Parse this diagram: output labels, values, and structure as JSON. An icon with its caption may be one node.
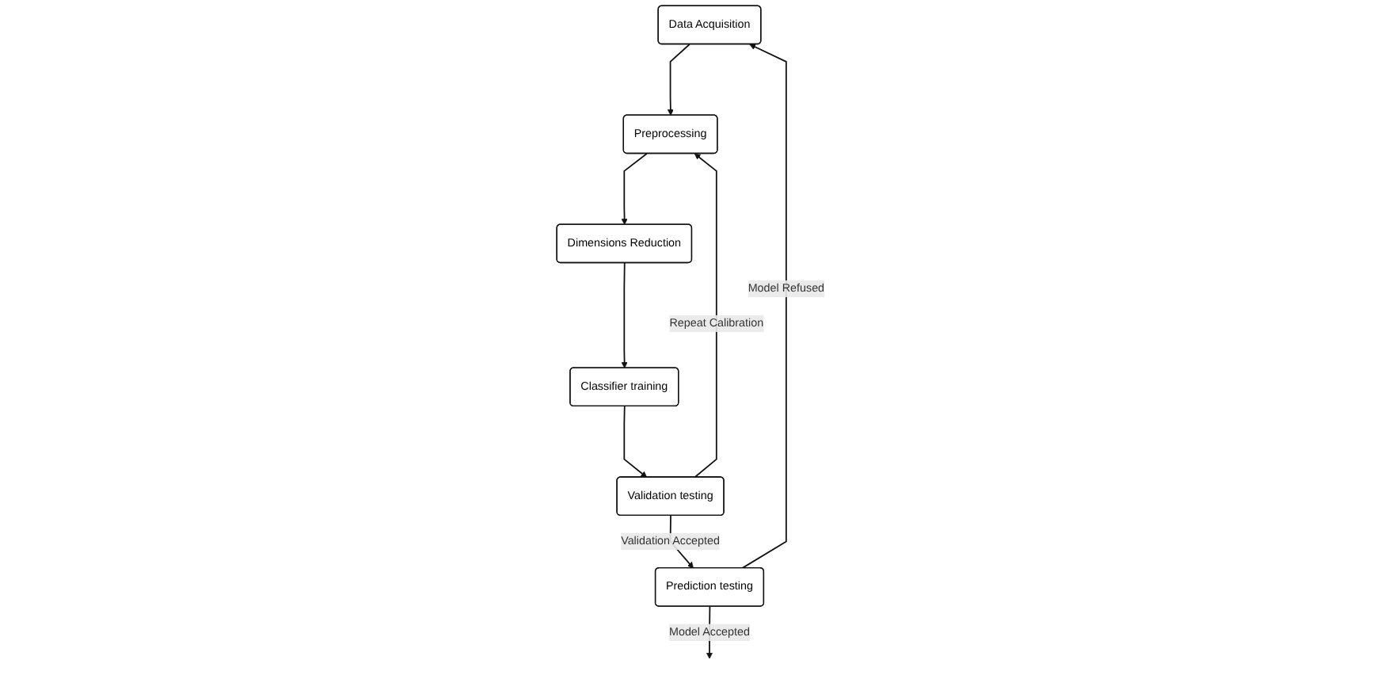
{
  "diagram": {
    "nodes": [
      {
        "text": [
          "Data Acquisition"
        ]
      },
      {
        "text": [
          "Preprocessing"
        ]
      },
      {
        "text": [
          "Dimensions Reduction"
        ]
      },
      {
        "text": [
          "Classifier training"
        ]
      },
      {
        "text": [
          "Validation testing"
        ]
      },
      {
        "text": [
          "Prediction testing"
        ]
      }
    ],
    "edges": [
      {
        "from": 0,
        "to": 1,
        "arrow": "to"
      },
      {
        "from": 1,
        "to": 2,
        "arrow": "to"
      },
      {
        "from": 2,
        "to": 3,
        "arrow": "to"
      },
      {
        "from": 3,
        "to": 4,
        "arrow": "to"
      },
      {
        "from": 4,
        "to": 1,
        "arrow": "to",
        "label": "Repeat Calibration"
      },
      {
        "from": 4,
        "to": 5,
        "arrow": "to",
        "label": "Validation Accepted"
      },
      {
        "from": 5,
        "to": 0,
        "arrow": "to",
        "label": "Model Refused"
      },
      {
        "from": 5,
        "to": null,
        "arrow": "to",
        "label": "Model Accepted"
      }
    ]
  }
}
